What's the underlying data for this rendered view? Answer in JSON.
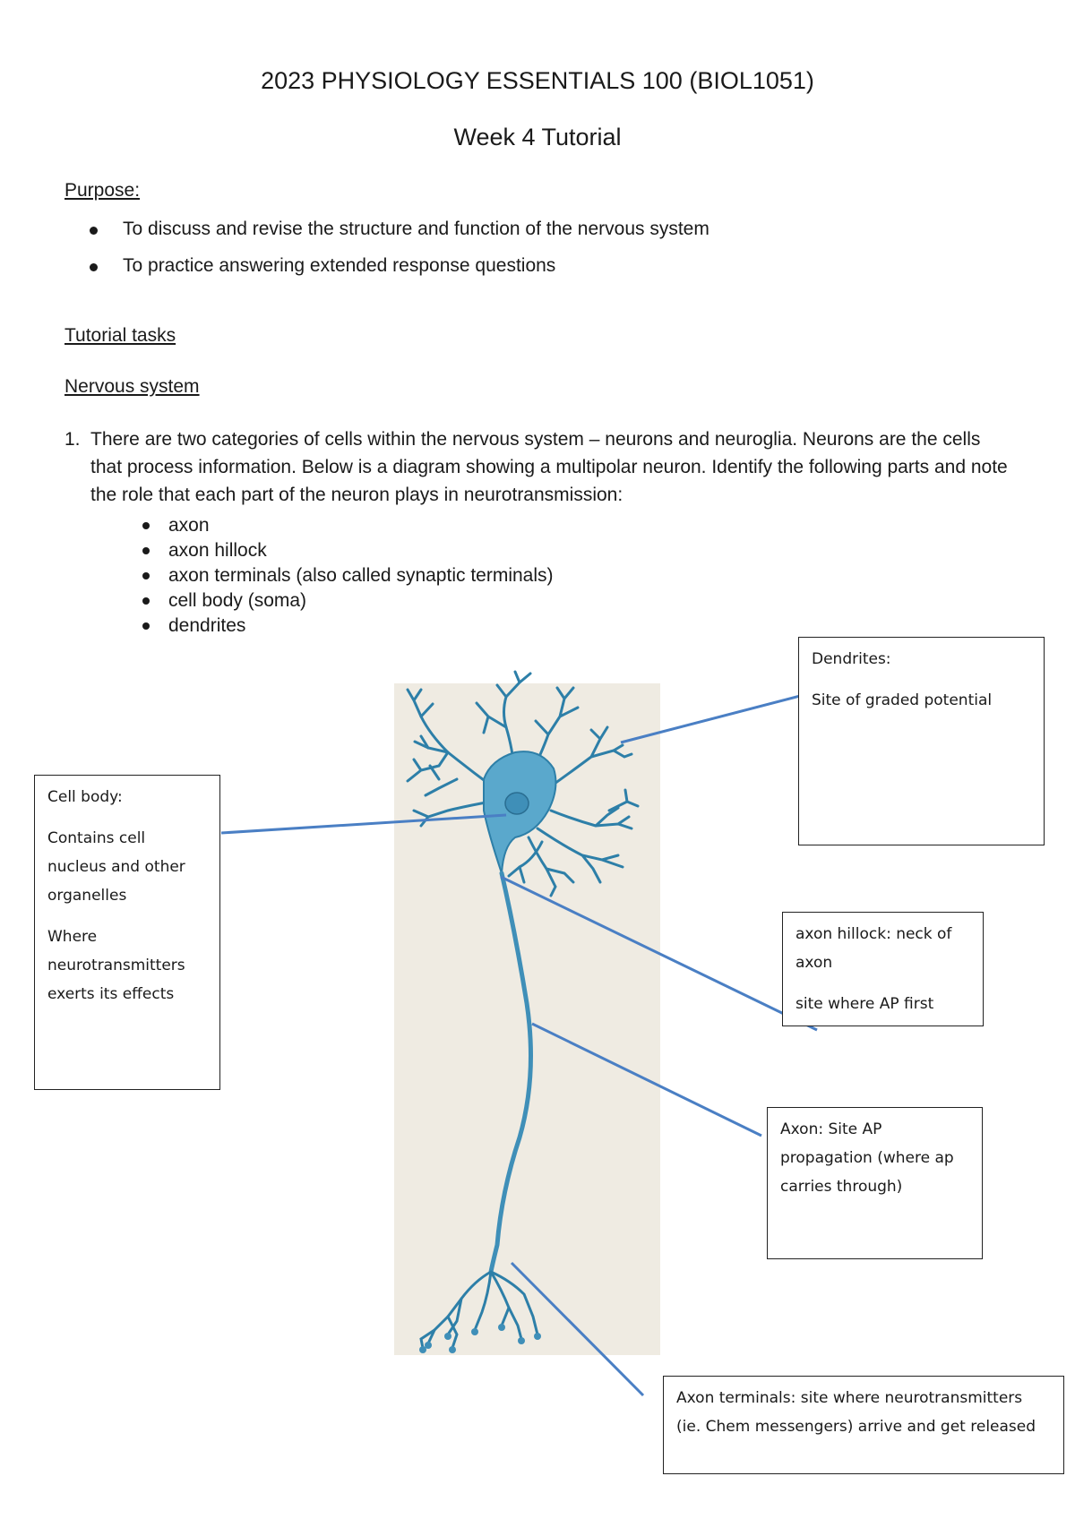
{
  "header": {
    "course_title": "2023 PHYSIOLOGY ESSENTIALS 100 (BIOL1051)",
    "week_title": "Week 4 Tutorial"
  },
  "purpose": {
    "heading": "Purpose:",
    "items": [
      "To discuss and revise the structure and function of the nervous system",
      "To practice answering extended response questions"
    ]
  },
  "tasks_heading": "Tutorial tasks",
  "nervous_heading": "Nervous system",
  "question1": {
    "number": "1.",
    "text": "There are two categories of cells within the nervous system – neurons and neuroglia. Neurons are the cells that process information. Below is a diagram showing a multipolar neuron. Identify the following parts and note the role that each part of the neuron plays in neurotransmission:",
    "parts": [
      "axon",
      "axon hillock",
      "axon terminals (also called synaptic terminals)",
      "cell body (soma)",
      "dendrites"
    ]
  },
  "annotations": {
    "dendrites": {
      "line1": "Dendrites:",
      "line2": "Site of graded potential"
    },
    "cell_body": {
      "line1": "Cell body:",
      "line2": "Contains cell",
      "line3": "nucleus and other",
      "line4": "organelles",
      "line5": "Where",
      "line6": "neurotransmitters",
      "line7": "exerts its effects"
    },
    "axon_hillock": {
      "line1": "axon hillock:  neck of",
      "line2": "axon",
      "line3": "site where AP first"
    },
    "axon": {
      "line1": "Axon: Site AP",
      "line2": "propagation (where ap",
      "line3": "carries through)"
    },
    "axon_terminals": {
      "line1": "Axon terminals: site where neurotransmitters",
      "line2": "(ie. Chem messengers) arrive and get released"
    }
  },
  "colors": {
    "diagram_background": "#efebe2",
    "neuron_fill": "#5aa8cc",
    "neuron_stroke": "#2d7fa8",
    "leader_line": "#4a7fc4"
  }
}
